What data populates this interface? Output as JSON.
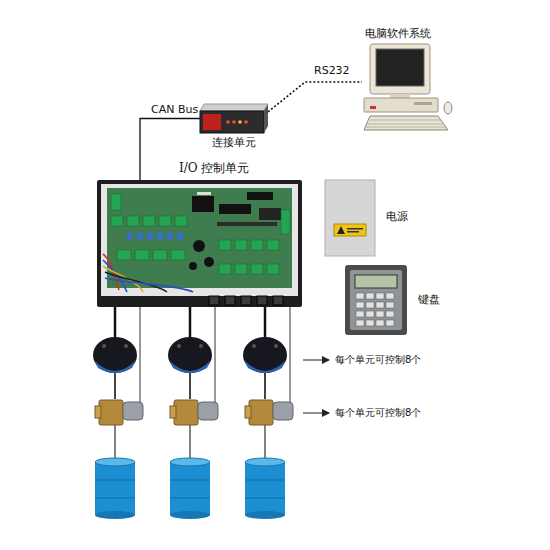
{
  "diagram": {
    "nodes": [
      {
        "text": [
          "电脑软件系统"
        ]
      },
      {
        "text": [
          "连接单元"
        ]
      },
      {
        "text": [
          "I/O 控制单元"
        ]
      },
      {
        "text": [
          "电源"
        ]
      },
      {
        "text": [
          "键盘"
        ]
      }
    ],
    "edges": [
      {
        "from": 2,
        "to": 1,
        "label": "CAN Bus",
        "arrow": "none"
      },
      {
        "from": 1,
        "to": 0,
        "label": "RS232",
        "arrow": "none"
      }
    ],
    "labels": [
      "每个单元可控制8个",
      "每个单元可控制8个"
    ]
  }
}
